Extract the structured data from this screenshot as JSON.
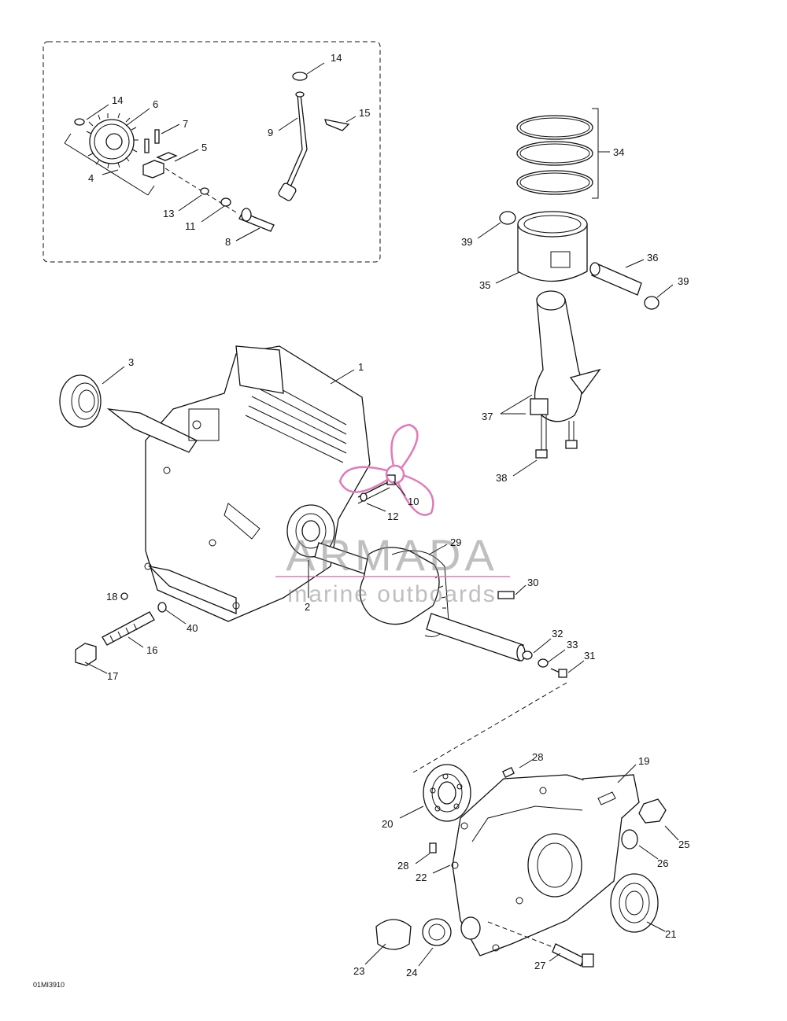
{
  "diagram": {
    "drawing_code": "01MI3910",
    "watermark": {
      "brand": "ARMADA",
      "tagline": "marine outboards",
      "logo_color": "#e07ab8"
    },
    "part_labels": [
      {
        "id": "p14a",
        "text": "14"
      },
      {
        "id": "p6",
        "text": "6"
      },
      {
        "id": "p7",
        "text": "7"
      },
      {
        "id": "p5",
        "text": "5"
      },
      {
        "id": "p4",
        "text": "4"
      },
      {
        "id": "p13",
        "text": "13"
      },
      {
        "id": "p11",
        "text": "11"
      },
      {
        "id": "p8",
        "text": "8"
      },
      {
        "id": "p14b",
        "text": "14"
      },
      {
        "id": "p9",
        "text": "9"
      },
      {
        "id": "p15",
        "text": "15"
      },
      {
        "id": "p34",
        "text": "34"
      },
      {
        "id": "p39a",
        "text": "39"
      },
      {
        "id": "p35",
        "text": "35"
      },
      {
        "id": "p36",
        "text": "36"
      },
      {
        "id": "p39b",
        "text": "39"
      },
      {
        "id": "p3",
        "text": "3"
      },
      {
        "id": "p1",
        "text": "1"
      },
      {
        "id": "p37",
        "text": "37"
      },
      {
        "id": "p38",
        "text": "38"
      },
      {
        "id": "p10",
        "text": "10"
      },
      {
        "id": "p12",
        "text": "12"
      },
      {
        "id": "p29",
        "text": "29"
      },
      {
        "id": "p30",
        "text": "30"
      },
      {
        "id": "p2",
        "text": "2"
      },
      {
        "id": "p18",
        "text": "18"
      },
      {
        "id": "p40",
        "text": "40"
      },
      {
        "id": "p16",
        "text": "16"
      },
      {
        "id": "p17",
        "text": "17"
      },
      {
        "id": "p32",
        "text": "32"
      },
      {
        "id": "p33",
        "text": "33"
      },
      {
        "id": "p31",
        "text": "31"
      },
      {
        "id": "p28a",
        "text": "28"
      },
      {
        "id": "p19",
        "text": "19"
      },
      {
        "id": "p20",
        "text": "20"
      },
      {
        "id": "p25",
        "text": "25"
      },
      {
        "id": "p26",
        "text": "26"
      },
      {
        "id": "p28b",
        "text": "28"
      },
      {
        "id": "p22",
        "text": "22"
      },
      {
        "id": "p21",
        "text": "21"
      },
      {
        "id": "p23",
        "text": "23"
      },
      {
        "id": "p24",
        "text": "24"
      },
      {
        "id": "p27",
        "text": "27"
      }
    ]
  }
}
